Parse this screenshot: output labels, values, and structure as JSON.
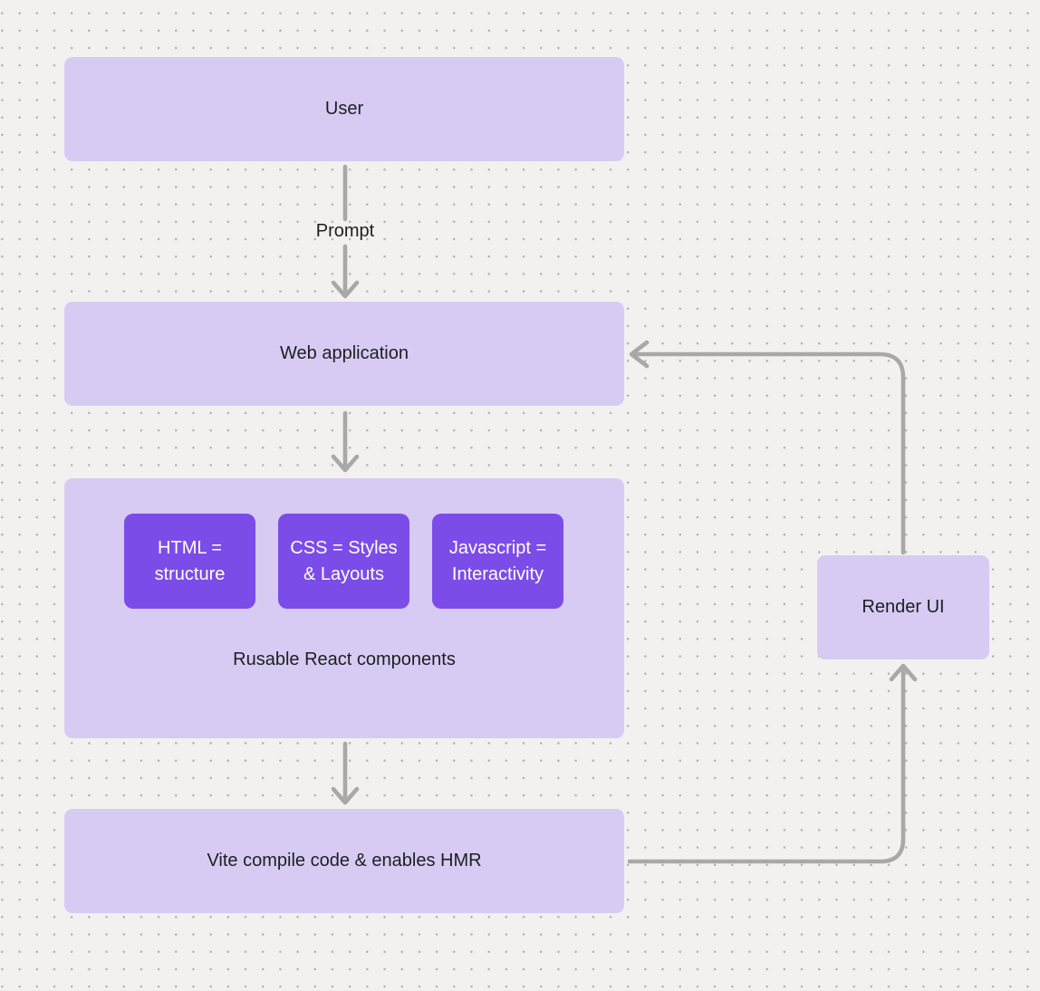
{
  "colors": {
    "background": "#F2F1F0",
    "dot": "#B3B2B0",
    "node-light": "#D7CBF3",
    "node-accent": "#7C4CE8",
    "arrow": "#A8A8A8",
    "text-dark": "#1E1E21",
    "text-light": "#FFFFFF"
  },
  "nodes": {
    "user": {
      "label": "User"
    },
    "web_application": {
      "label": "Web application"
    },
    "html": {
      "label": "HTML =\nstructure"
    },
    "css": {
      "label": "CSS = Styles\n& Layouts"
    },
    "javascript": {
      "label": "Javascript =\nInteractivity"
    },
    "components_group": {
      "caption": "Rusable React components"
    },
    "vite": {
      "label": "Vite compile code & enables HMR"
    },
    "render_ui": {
      "label": "Render UI"
    }
  },
  "edges": {
    "prompt_label": "Prompt"
  }
}
